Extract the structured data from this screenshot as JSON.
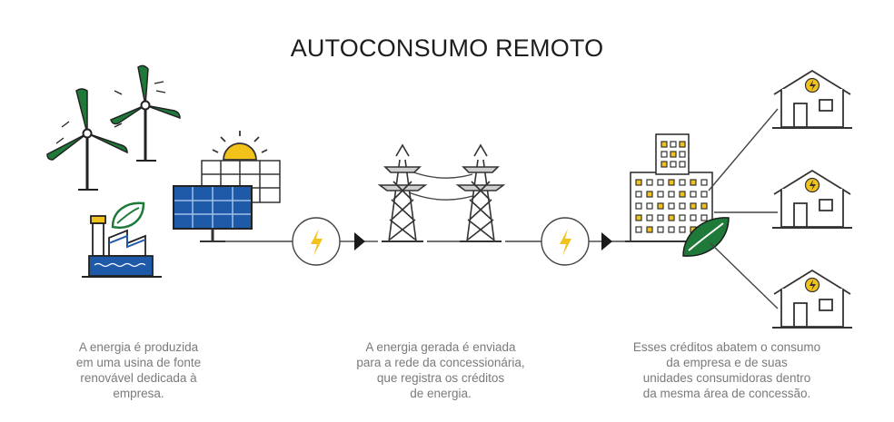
{
  "title": "AUTOCONSUMO REMOTO",
  "steps": [
    {
      "caption": "A energia é produzida\nem uma usina de fonte\nrenovável dedicada à\nempresa."
    },
    {
      "caption": "A energia gerada é enviada\npara a rede da concessionária,\nque registra os créditos\nde energia."
    },
    {
      "caption": "Esses créditos abatem o consumo\nda empresa e de suas\nunidades consumidoras dentro\nda mesma área de concessão."
    }
  ],
  "colors": {
    "green": "#1f7a3a",
    "blue": "#1f5aa8",
    "yellow": "#f2c21b",
    "line": "#444444"
  },
  "icons": [
    "wind-turbine-icon",
    "solar-panel-icon",
    "sun-icon",
    "factory-icon",
    "leaf-icon",
    "lightning-icon",
    "transmission-tower-icon",
    "office-building-icon",
    "house-icon",
    "arrow-right-icon"
  ]
}
